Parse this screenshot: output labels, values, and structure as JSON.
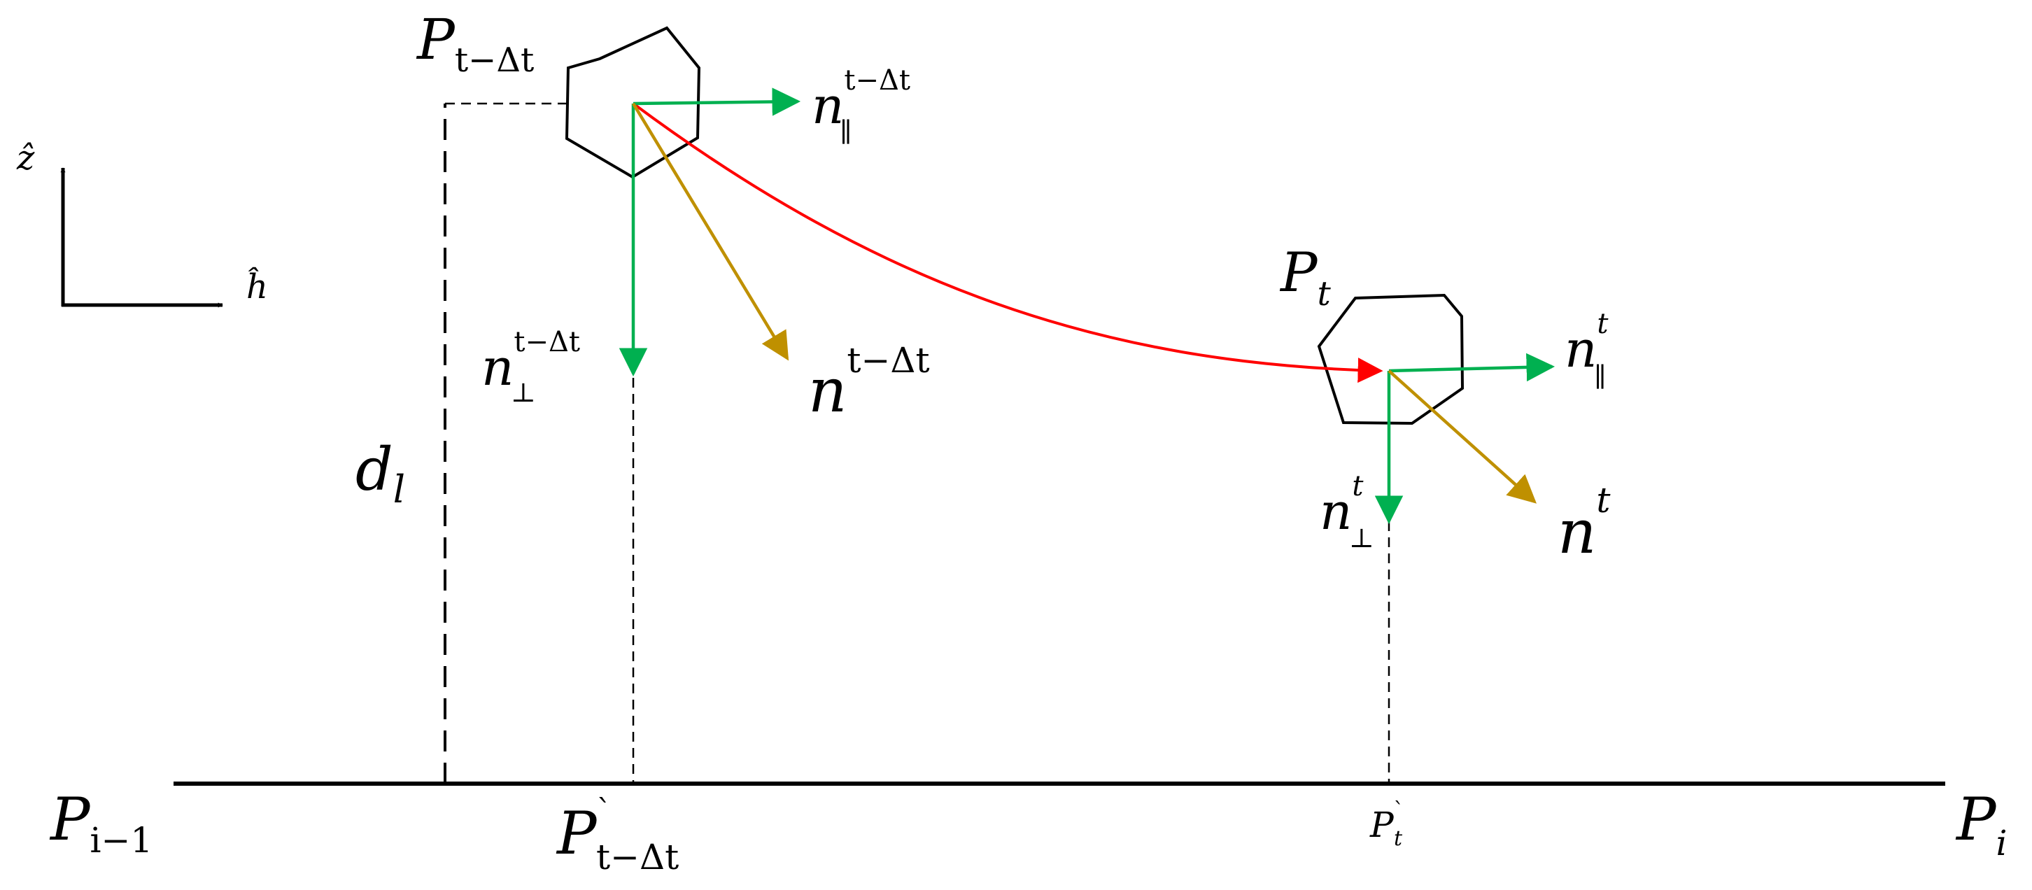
{
  "colors": {
    "trajectory": "#ff0000",
    "component_vector": "#00b050",
    "normal_vector": "#bf9000",
    "outline": "#000000"
  },
  "labels": {
    "p_prev_base": "P",
    "p_prev_sub": "t−Δt",
    "p_curr_base": "P",
    "p_curr_sub": "t",
    "n_par_prev_base": "n",
    "n_par_prev_sup": "t−Δt",
    "n_par_prev_sub": "∥",
    "n_perp_prev_base": "n",
    "n_perp_prev_sup": "t−Δt",
    "n_perp_prev_sub": "⊥",
    "n_prev_base": "n",
    "n_prev_sup": "t−Δt",
    "n_par_curr_base": "n",
    "n_par_curr_sup": "t",
    "n_par_curr_sub": "∥",
    "n_perp_curr_base": "n",
    "n_perp_curr_sup": "t",
    "n_perp_curr_sub": "⊥",
    "n_curr_base": "n",
    "n_curr_sup": "t",
    "d_base": "d",
    "d_sub": "l",
    "pim1_base": "P",
    "pim1_sub": "i−1",
    "pi_base": "P",
    "pi_sub": "i",
    "proj_prev_base": "P",
    "proj_prev_mark": "`",
    "proj_prev_sub": "t−Δt",
    "proj_curr_base": "P",
    "proj_curr_mark": "`",
    "proj_curr_sub": "t",
    "axis_z": "ẑ",
    "axis_h": "ĥ"
  }
}
